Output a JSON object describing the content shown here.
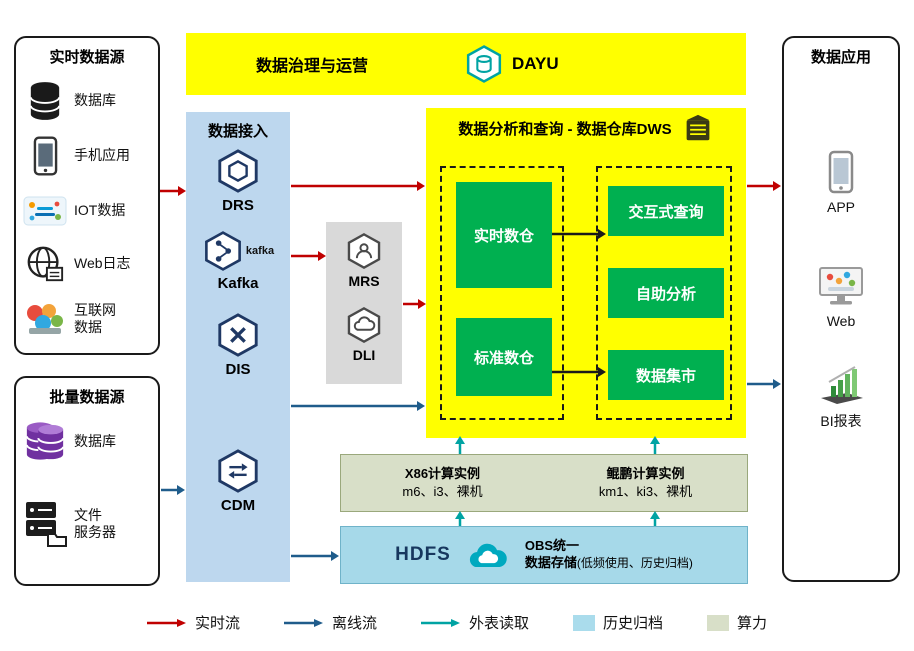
{
  "realtime_sources": {
    "title": "实时数据源",
    "items": [
      {
        "label": "数据库",
        "icon": "database-icon"
      },
      {
        "label": "手机应用",
        "icon": "mobile-phone-icon"
      },
      {
        "label": "IOT数据",
        "icon": "iot-icon"
      },
      {
        "label": "Web日志",
        "icon": "web-log-icon"
      },
      {
        "label_line1": "互联网",
        "label_line2": "数据",
        "icon": "internet-data-icon"
      }
    ]
  },
  "batch_sources": {
    "title": "批量数据源",
    "items": [
      {
        "label": "数据库",
        "icon": "database-purple-icon"
      },
      {
        "label_line1": "文件",
        "label_line2": "服务器",
        "icon": "file-server-icon"
      }
    ]
  },
  "governance": {
    "title": "数据治理与运营",
    "logo": "DAYU"
  },
  "ingestion": {
    "title": "数据接入",
    "items": [
      {
        "label": "DRS",
        "icon": "drs-hexagon-icon"
      },
      {
        "label": "Kafka",
        "logo_text": "kafka",
        "icon": "kafka-hexagon-icon"
      },
      {
        "label": "DIS",
        "icon": "dis-hexagon-icon"
      },
      {
        "label": "CDM",
        "icon": "cdm-hexagon-icon"
      }
    ]
  },
  "middleware": {
    "items": [
      {
        "label": "MRS",
        "icon": "mrs-hexagon-icon"
      },
      {
        "label": "DLI",
        "icon": "dli-hexagon-icon"
      }
    ]
  },
  "dws": {
    "title": "数据分析和查询 - 数据仓库DWS",
    "warehouses": [
      {
        "label": "实时数仓"
      },
      {
        "label": "标准数仓"
      }
    ],
    "services": [
      {
        "label": "交互式查询"
      },
      {
        "label": "自助分析"
      },
      {
        "label": "数据集市"
      }
    ]
  },
  "compute": {
    "x86": {
      "title": "X86计算实例",
      "subtitle": "m6、i3、裸机"
    },
    "kunpeng": {
      "title": "鲲鹏计算实例",
      "subtitle": "km1、ki3、裸机"
    }
  },
  "storage": {
    "hdfs": "HDFS",
    "obs_line1": "OBS统一",
    "obs_line2": "数据存储",
    "obs_note": "(低频使用、历史归档)"
  },
  "applications": {
    "title": "数据应用",
    "items": [
      {
        "label": "APP",
        "icon": "app-phone-icon"
      },
      {
        "label": "Web",
        "icon": "web-monitor-icon"
      },
      {
        "label": "BI报表",
        "icon": "bi-report-icon"
      }
    ]
  },
  "legend": {
    "items": [
      {
        "label": "实时流",
        "kind": "arrow",
        "color": "#c00000"
      },
      {
        "label": "离线流",
        "kind": "arrow",
        "color": "#1f5c8b"
      },
      {
        "label": "外表读取",
        "kind": "arrow",
        "color": "#00a3a3"
      },
      {
        "label": "历史归档",
        "kind": "swatch",
        "color": "#aadcec"
      },
      {
        "label": "算力",
        "kind": "swatch",
        "color": "#d8dfc8"
      }
    ]
  },
  "colors": {
    "highlight_yellow": "#ffff00",
    "node_green": "#00b050",
    "ingestion_panel_blue": "#bdd7ee",
    "middleware_gray": "#d9d9d9",
    "compute_panel_green": "#d8dfc8",
    "storage_panel_blue": "#a6d9e9",
    "realtime_flow": "#c00000",
    "offline_flow": "#1f5c8b",
    "external_read": "#00a3a3"
  }
}
